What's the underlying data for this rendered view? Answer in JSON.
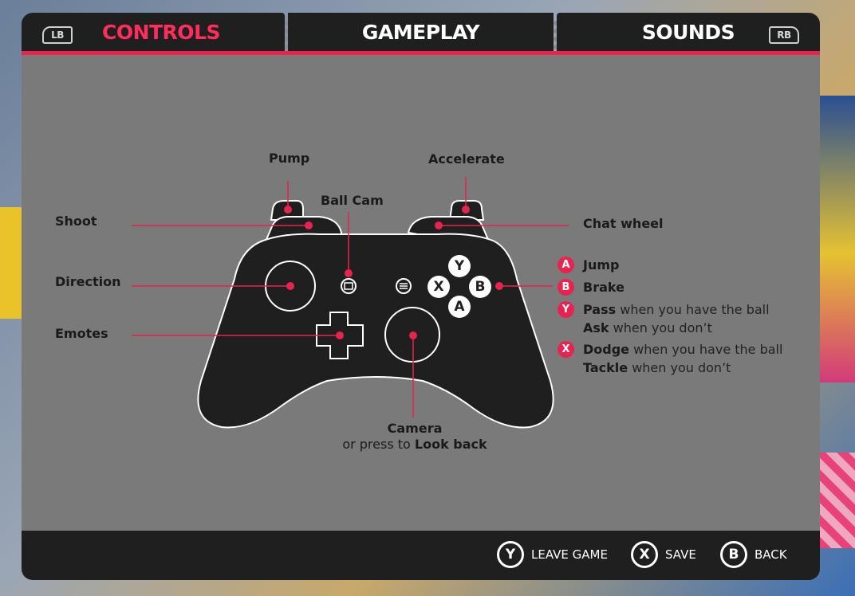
{
  "tabs": {
    "left_bumper": "LB",
    "right_bumper": "RB",
    "items": [
      {
        "label": "CONTROLS"
      },
      {
        "label": "GAMEPLAY"
      },
      {
        "label": "SOUNDS"
      }
    ],
    "active_index": 0,
    "accent_color": "#e8234f"
  },
  "controller": {
    "labels": {
      "pump": "Pump",
      "accelerate": "Accelerate",
      "ball_cam": "Ball Cam",
      "shoot": "Shoot",
      "chat_wheel": "Chat wheel",
      "direction": "Direction",
      "emotes": "Emotes",
      "camera": "Camera",
      "camera_sub_prefix": "or press to",
      "camera_sub_bold": "Look back"
    },
    "face_buttons": [
      "Y",
      "X",
      "B",
      "A"
    ]
  },
  "button_list": [
    {
      "badge": "A",
      "bold": "Jump",
      "rest": "",
      "bold2": "",
      "rest2": ""
    },
    {
      "badge": "B",
      "bold": "Brake",
      "rest": "",
      "bold2": "",
      "rest2": ""
    },
    {
      "badge": "Y",
      "bold": "Pass",
      "rest": " when you have the ball",
      "bold2": "Ask",
      "rest2": " when you don’t"
    },
    {
      "badge": "X",
      "bold": "Dodge",
      "rest": " when you have the ball",
      "bold2": "Tackle",
      "rest2": " when you don’t"
    }
  ],
  "footer": {
    "actions": [
      {
        "button": "Y",
        "label": "LEAVE GAME"
      },
      {
        "button": "X",
        "label": "SAVE"
      },
      {
        "button": "B",
        "label": "BACK"
      }
    ]
  }
}
